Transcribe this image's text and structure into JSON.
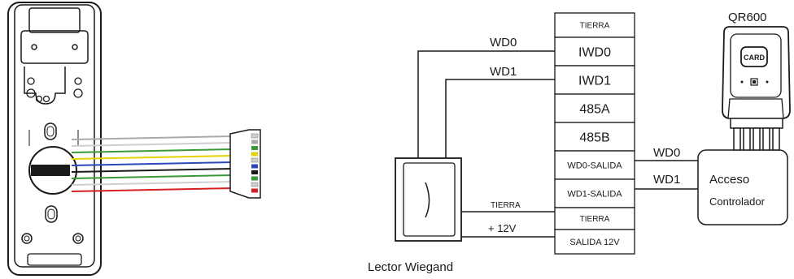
{
  "terminal_block": {
    "rows": [
      "TIERRA",
      "IWD0",
      "IWD1",
      "485A",
      "485B",
      "WD0-SALIDA",
      "WD1-SALIDA",
      "TIERRA",
      "SALIDA 12V"
    ]
  },
  "wire_labels": {
    "wd0_in": "WD0",
    "wd1_in": "WD1",
    "gnd_reader": "TIERRA",
    "power_reader": "+ 12V",
    "wd0_out": "WD0",
    "wd1_out": "WD1"
  },
  "qr600": {
    "title": "QR600",
    "card_text": "CARD"
  },
  "access_controller": {
    "line1": "Acceso",
    "line2": "Controlador"
  },
  "reader": {
    "caption": "Lector Wiegand"
  },
  "colors": {
    "line": "#1a1a1a",
    "wire_gray": "#a9a9a9",
    "wire_white": "#cfcfcf",
    "wire_green": "#3a9a3a",
    "wire_yellow": "#e6d200",
    "wire_blue": "#2b47b8",
    "wire_black": "#1a1a1a",
    "wire_red": "#d62020"
  }
}
